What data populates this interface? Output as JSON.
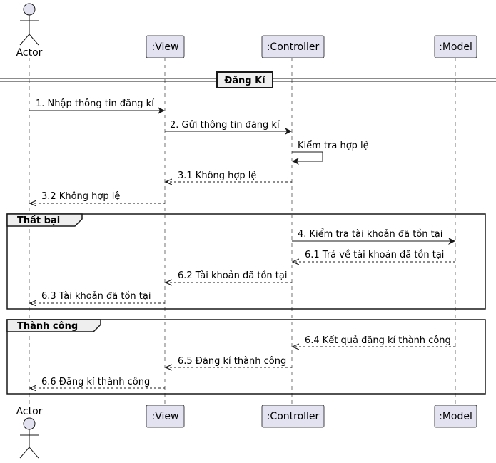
{
  "participants": {
    "actor": "Actor",
    "view": ":View",
    "controller": ":Controller",
    "model": ":Model"
  },
  "divider": {
    "label": "Đăng Kí"
  },
  "groups": {
    "fail": "Thất bại",
    "success": "Thành công"
  },
  "messages": {
    "m1": "1. Nhập thông tin đăng kí",
    "m2": "2. Gửi thông tin đăng kí",
    "m_self": "Kiểm tra hợp lệ",
    "m31": "3.1 Không hợp lệ",
    "m32": "3.2 Không hợp lệ",
    "m4": "4. Kiểm tra tài khoản đã tồn tại",
    "m61": "6.1 Trả về tài khoản đã tồn tại",
    "m62": "6.2 Tài khoản đã tồn tại",
    "m63": "6.3 Tài khoản đã tồn tại",
    "m64": "6.4 Kết quả đăng kí thành công",
    "m65": "6.5 Đăng kí thành công",
    "m66": "6.6 Đăng kí thành công"
  },
  "colors": {
    "participant_fill": "#E2E2F0",
    "participant_border": "#181818",
    "lifeline": "#181818",
    "line": "#181818"
  }
}
